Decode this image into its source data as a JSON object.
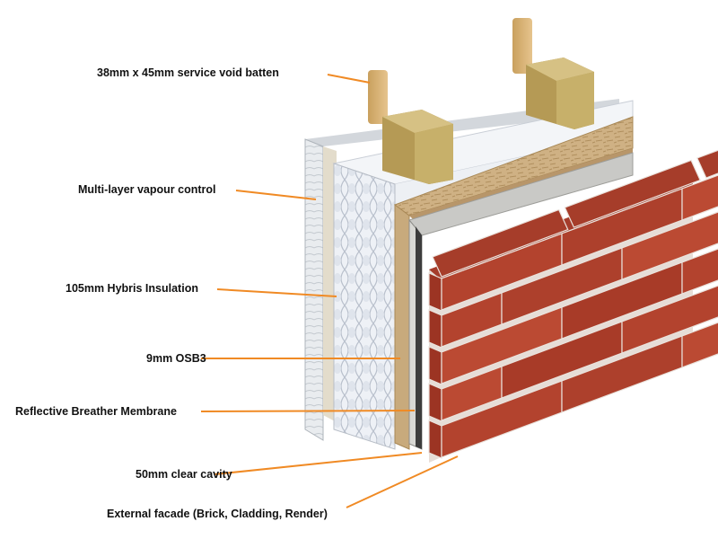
{
  "labels": {
    "batten": "38mm x 45mm  service void batten",
    "vapour_control": "Multi-layer vapour control",
    "insulation": "105mm Hybris Insulation",
    "osb": "9mm OSB3",
    "membrane": "Reflective Breather Membrane",
    "cavity": "50mm clear cavity",
    "facade": "External facade (Brick, Cladding, Render)"
  },
  "colors": {
    "leader_line": "#f08a24",
    "brick": "#b5442f",
    "mortar": "#eae2dc",
    "osb": "#c9a77a",
    "insulation": "#e8ecf2",
    "batten": "#e0b878"
  }
}
